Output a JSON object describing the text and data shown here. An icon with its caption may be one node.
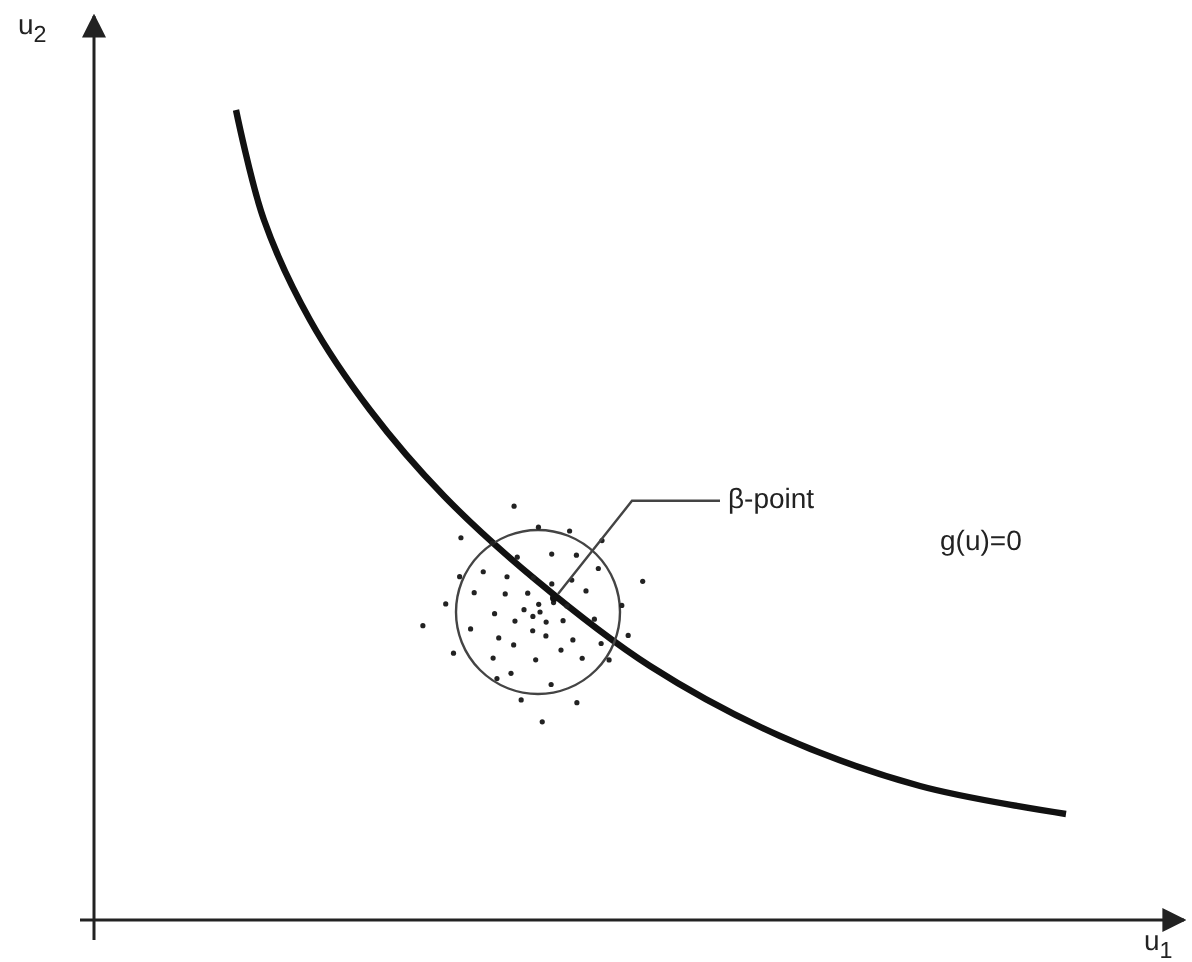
{
  "diagram": {
    "nodes": [
      {
        "text": [
          "β-point"
        ]
      },
      {
        "text": [],
        "shape": "circle"
      }
    ],
    "edges": [
      {
        "from": 0,
        "to": 1,
        "arrow": "none"
      }
    ],
    "labels": [
      "u$_{2}$",
      "g(u)=0",
      "u$_{1}$"
    ]
  }
}
